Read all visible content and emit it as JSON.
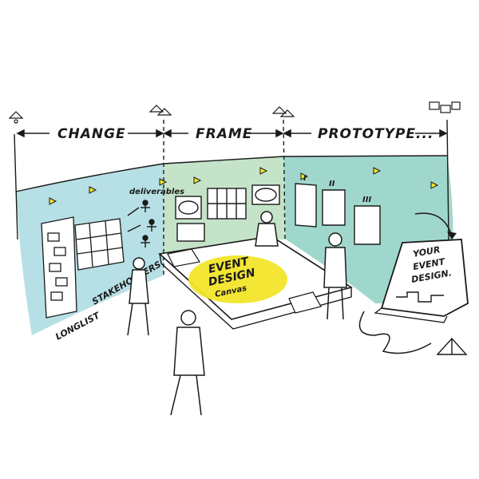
{
  "timeline": {
    "stages": [
      {
        "label": "CHANGE"
      },
      {
        "label": "FRAME"
      },
      {
        "label": "PROTOTYPE..."
      }
    ]
  },
  "wall_labels": {
    "longlist": "LONGLIST",
    "stakeholders": "STAKEHOLDERS",
    "deliverables": "deliverables"
  },
  "table_center": {
    "line1": "EVENT",
    "line2": "DESIGN",
    "line3": "Canvas"
  },
  "sign": {
    "line1": "YOUR",
    "line2": "EVENT",
    "line3": "DESIGN."
  },
  "frame_numerals": [
    "I",
    "II",
    "III"
  ],
  "colors": {
    "wall_blue": "#a9dbe0",
    "wall_green": "#bfe0c3",
    "wall_teal": "#8fd0c4",
    "accent_yellow": "#f2e52a",
    "ink": "#1a1a1a"
  }
}
